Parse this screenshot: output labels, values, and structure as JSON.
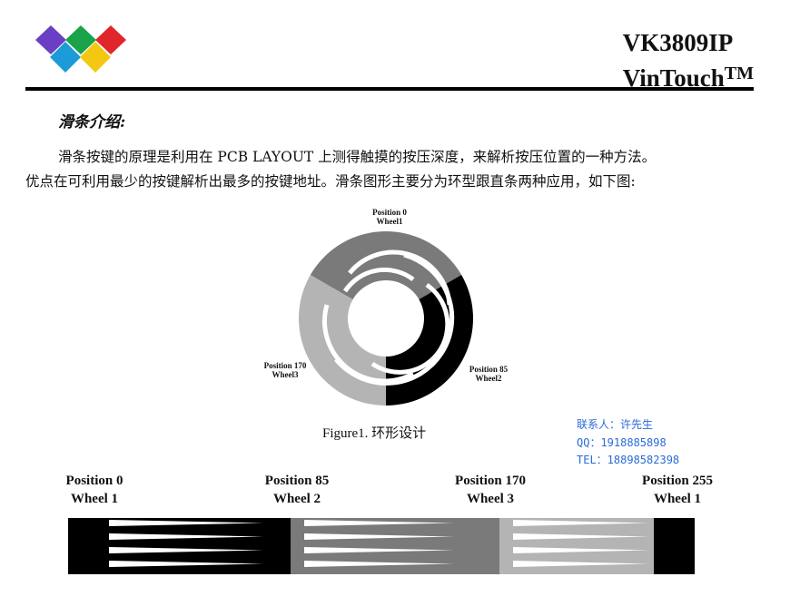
{
  "header": {
    "logo_colors": [
      "#6b3fc4",
      "#1aa34a",
      "#e0262a",
      "#1d9ad8",
      "#f4c812"
    ],
    "model": "VK3809IP",
    "brand": "VinTouch",
    "trademark": "TM"
  },
  "section": {
    "title": "滑条介绍:",
    "paragraph_line1": "滑条按键的原理是利用在 PCB LAYOUT 上测得触摸的按压深度，来解析按压位置的一种方法。",
    "paragraph_line2": "优点在可利用最少的按键解析出最多的按键地址。滑条图形主要分为环型跟直条两种应用，如下图:"
  },
  "figure1": {
    "labels": [
      {
        "position": "Position 0",
        "wheel": "Wheel1"
      },
      {
        "position": "Position 85",
        "wheel": "Wheel2"
      },
      {
        "position": "Position 170",
        "wheel": "Wheel3"
      }
    ],
    "caption": "Figure1.  环形设计",
    "colors": {
      "wheel1": "#7a7a7a",
      "wheel2": "#000000",
      "wheel3": "#b4b4b4"
    }
  },
  "contact": {
    "person": "联系人：许先生",
    "qq": "QQ：1918885898",
    "tel": "TEL：18898582398"
  },
  "figure2": {
    "labels": [
      {
        "position": "Position 0",
        "wheel": "Wheel 1"
      },
      {
        "position": "Position 85",
        "wheel": "Wheel 2"
      },
      {
        "position": "Position 170",
        "wheel": "Wheel 3"
      },
      {
        "position": "Position 255",
        "wheel": "Wheel 1"
      }
    ],
    "colors": {
      "wheel1": "#000000",
      "wheel2": "#7a7a7a",
      "wheel3": "#b4b4b4"
    }
  }
}
